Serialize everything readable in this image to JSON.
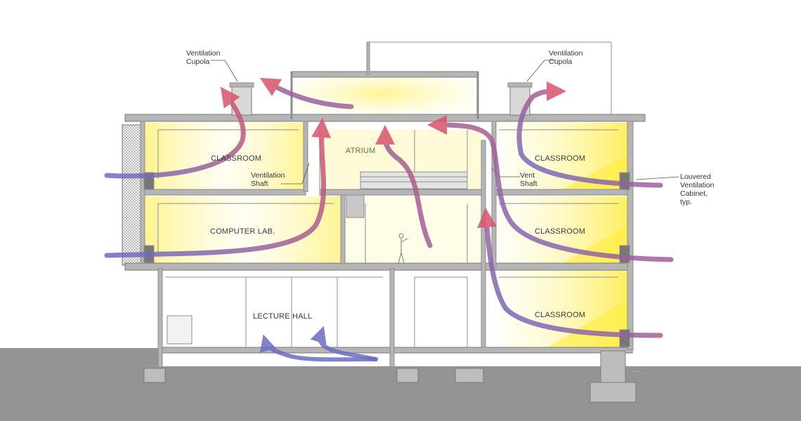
{
  "labels": {
    "cupola_left": [
      "Ventilation",
      "Cupola"
    ],
    "cupola_right": [
      "Ventilation",
      "Cupola"
    ],
    "shaft": [
      "Ventilation",
      "Shaft"
    ],
    "vent_shaft": [
      "Vent",
      "Shaft"
    ],
    "louvered": [
      "Louvered",
      "Ventilation",
      "Cabinet,",
      "typ."
    ]
  },
  "rooms": {
    "classroom_left": "CLASSROOM",
    "atrium": "ATRIUM",
    "computer_lab": "COMPUTER LAB.",
    "lecture_hall": "LECTURE HALL",
    "classroom_right_top": "CLASSROOM",
    "classroom_right_mid": "CLASSROOM",
    "classroom_right_bottom": "CLASSROOM"
  },
  "colors": {
    "ground": "#949494",
    "wall": "#8c8c8c",
    "daylight": "#fff48a",
    "warm_air": "#d9536b",
    "cool_air": "#6a6ec4"
  }
}
